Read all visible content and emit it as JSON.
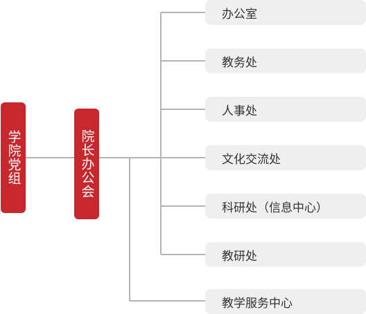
{
  "org_chart": {
    "root": {
      "label": "学院党组"
    },
    "hub": {
      "label": "院长办公会"
    },
    "departments": [
      {
        "label": "办公室"
      },
      {
        "label": "教务处"
      },
      {
        "label": "人事处"
      },
      {
        "label": "文化交流处"
      },
      {
        "label": "科研处（信息中心）"
      },
      {
        "label": "教研处"
      },
      {
        "label": "教学服务中心"
      }
    ],
    "colors": {
      "red_box": "#c8272d",
      "dept_box": "#efefef",
      "connector": "#b3b3b3",
      "dept_text": "#333333",
      "red_box_text": "#ffffff"
    }
  }
}
